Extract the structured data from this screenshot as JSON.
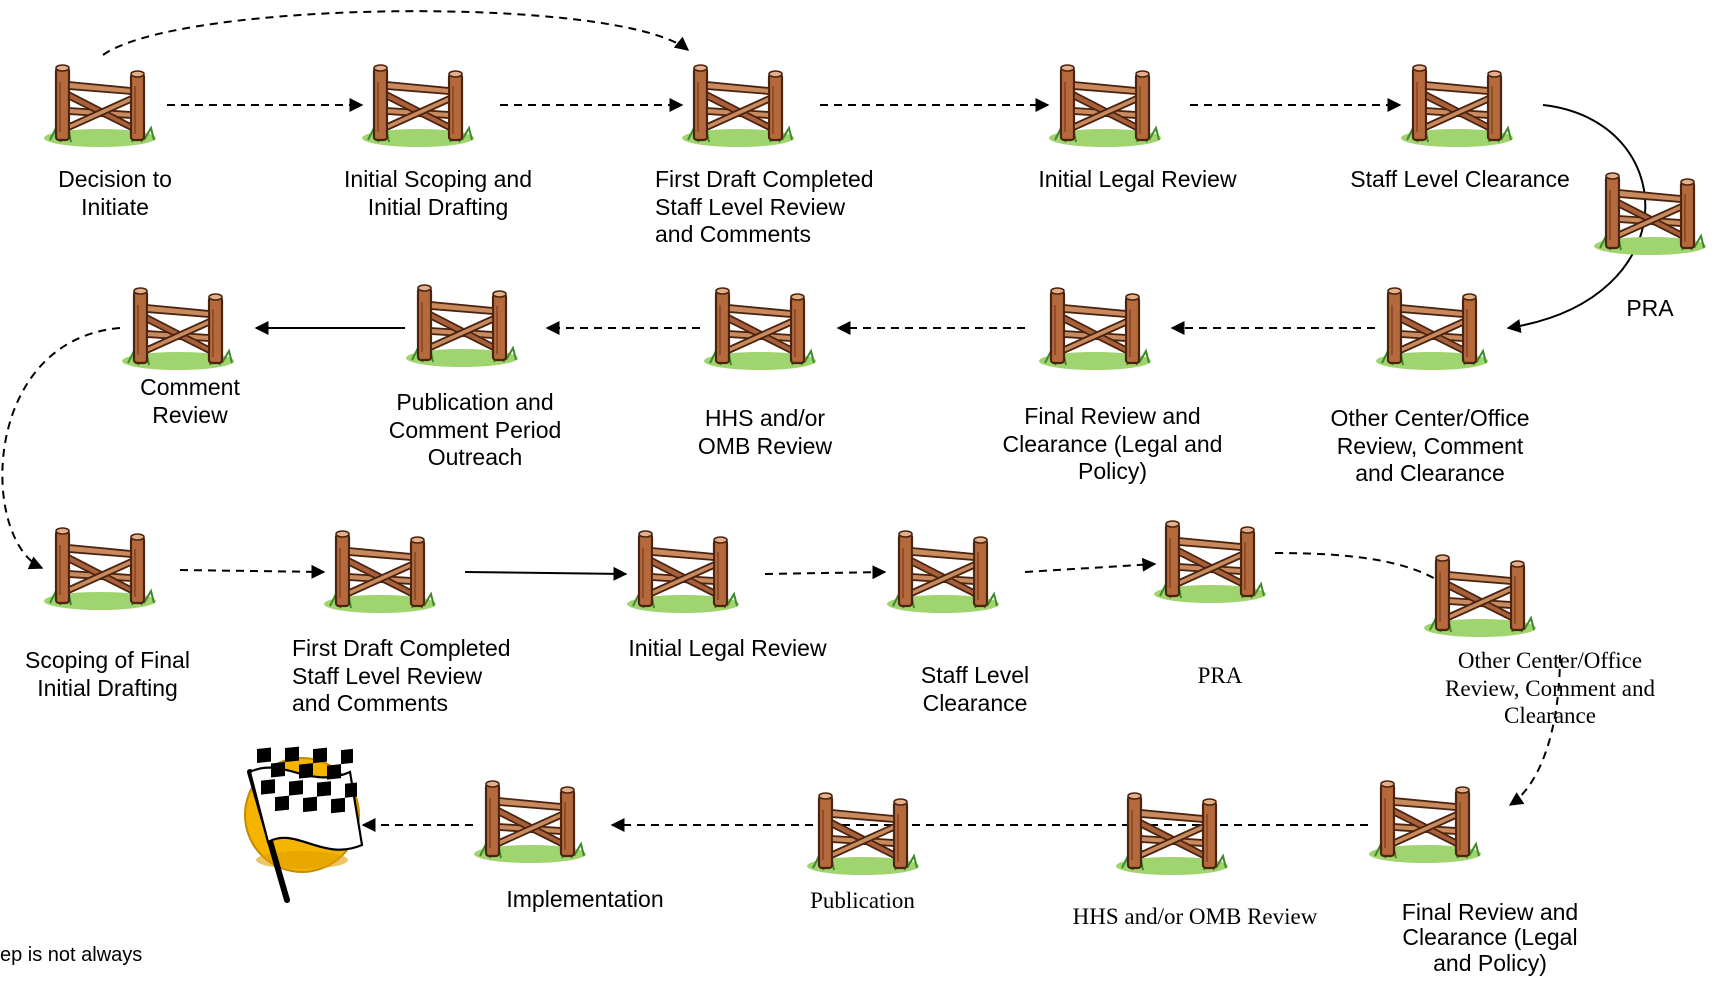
{
  "steps": {
    "s1": "Decision to\nInitiate",
    "s2": "Initial Scoping and\nInitial Drafting",
    "s3": "First Draft Completed\nStaff Level Review\nand Comments",
    "s4": "Initial Legal Review",
    "s5": "Staff Level Clearance",
    "s6": "PRA",
    "s7": "Other Center/Office\nReview, Comment\nand Clearance",
    "s8": "Final Review and\nClearance (Legal and\nPolicy)",
    "s9": "HHS and/or\nOMB Review",
    "s10": "Publication and\nComment Period\nOutreach",
    "s11": "Comment\nReview",
    "s12": "Scoping of Final\nInitial Drafting",
    "s13": "First Draft Completed\nStaff Level Review\nand Comments",
    "s14": "Initial Legal Review",
    "s15": "Staff Level\nClearance",
    "s16": "PRA",
    "s17": "Other Center/Office\nReview, Comment and\nClearance",
    "s18": "Final Review and\nClearance (Legal\nand Policy)",
    "s19": "HHS and/or OMB Review",
    "s20": "Publication",
    "s21": "Implementation"
  },
  "footnote": "ep is not always",
  "icons": {
    "step": "wooden-fence-gate-icon",
    "finish": "checkered-finish-flag-icon"
  },
  "colors": {
    "wood": "#8a4a2a",
    "wood_light": "#c98a5e",
    "grass": "#7fc24a",
    "flag_sun": "#f4b400"
  }
}
